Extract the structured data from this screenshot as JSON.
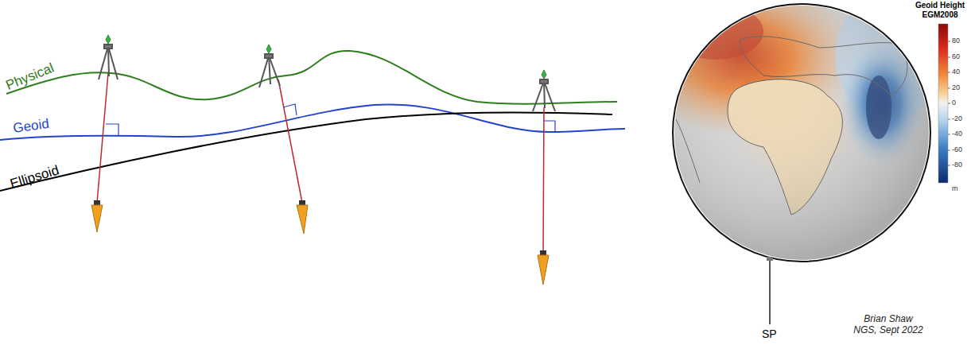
{
  "diagram": {
    "labels": [
      "Physical",
      "Geoid",
      "Ellipsoid",
      "Geoid Height EGM2008",
      "80",
      "60",
      "40",
      "20",
      "0",
      "-20",
      "-40",
      "-60",
      "-80",
      "m",
      "SP",
      "Brian Shaw NGS, Sept 2022"
    ]
  }
}
